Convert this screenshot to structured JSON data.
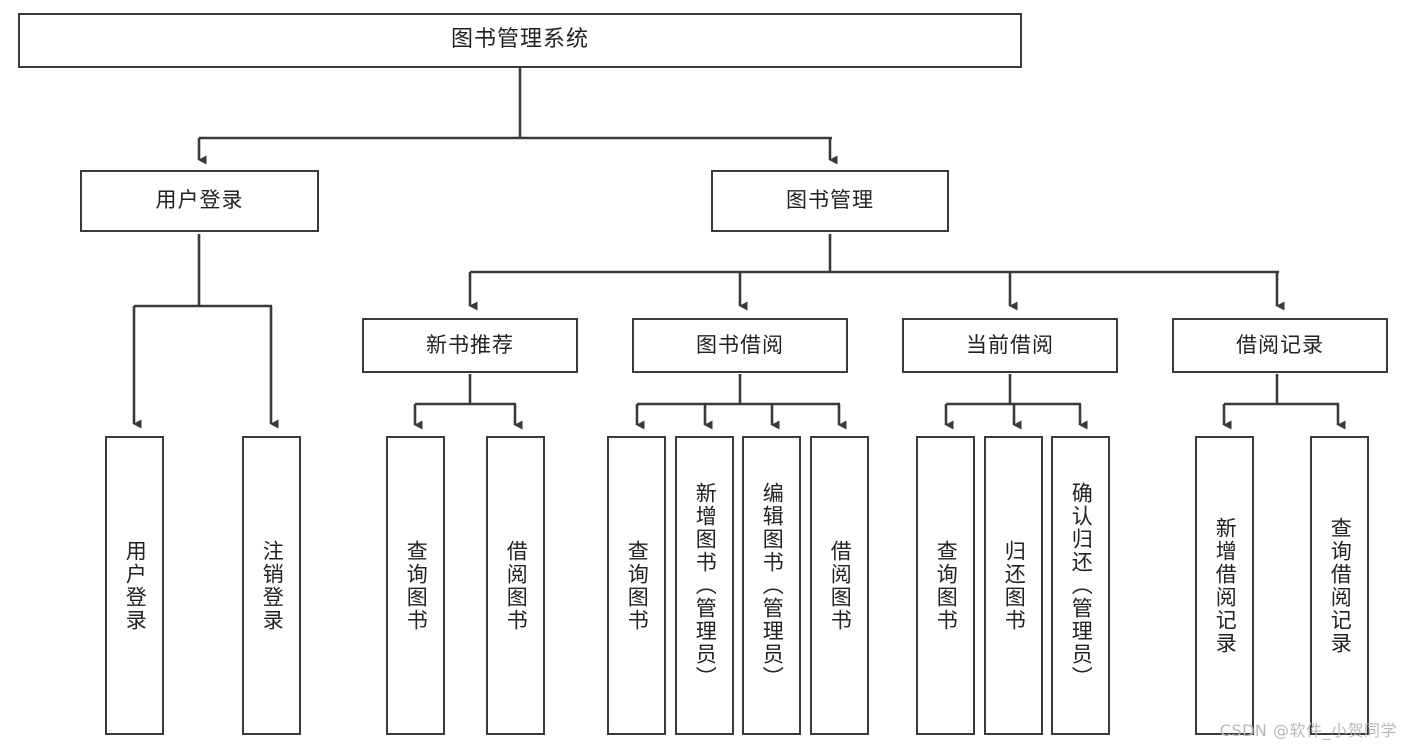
{
  "diagram": {
    "title": "图书管理系统",
    "type": "tree-hierarchy",
    "watermark": "CSDN @软件_小贺同学",
    "colors": {
      "border": "#3a3a3a",
      "text": "#222222",
      "background": "#ffffff",
      "watermark": "#b9b9b9"
    },
    "nodes": {
      "root": {
        "label": "图书管理系统"
      },
      "level2": [
        {
          "label": "用户登录"
        },
        {
          "label": "图书管理"
        }
      ],
      "level3": [
        {
          "label": "新书推荐"
        },
        {
          "label": "图书借阅"
        },
        {
          "label": "当前借阅"
        },
        {
          "label": "借阅记录"
        }
      ],
      "leaves_user_login": [
        {
          "label": "用户登录"
        },
        {
          "label": "注销登录"
        }
      ],
      "leaves_new_book": [
        {
          "label": "查询图书"
        },
        {
          "label": "借阅图书"
        }
      ],
      "leaves_borrow_book": [
        {
          "label": "查询图书"
        },
        {
          "label": "新增图书（管理员）"
        },
        {
          "label": "编辑图书（管理员）"
        },
        {
          "label": "借阅图书"
        }
      ],
      "leaves_current_borrow": [
        {
          "label": "查询图书"
        },
        {
          "label": "归还图书"
        },
        {
          "label": "确认归还（管理员）"
        }
      ],
      "leaves_borrow_record": [
        {
          "label": "新增借阅记录"
        },
        {
          "label": "查询借阅记录"
        }
      ]
    }
  }
}
